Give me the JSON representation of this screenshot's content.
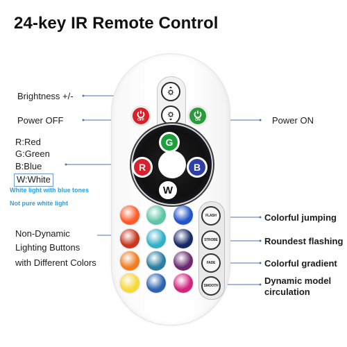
{
  "title": "24-key IR Remote Control",
  "left_labels": {
    "brightness": "Brightness +/-",
    "power_off": "Power OFF",
    "red": "R:Red",
    "green": "G:Green",
    "blue": "B:Blue",
    "white": "W:White",
    "white_note_1": "White light with blue tones",
    "white_note_2": "Not pure white light",
    "nondynamic_1": "Non-Dynamic",
    "nondynamic_2": "Lighting Buttons",
    "nondynamic_3": "with Different Colors"
  },
  "right_labels": {
    "power_on": "Power ON",
    "colorful_jumping": "Colorful jumping",
    "roundest_flashing": "Roundest flashing",
    "colorful_gradient": "Colorful gradient",
    "dynamic_1": "Dynamic model",
    "dynamic_2": "circulation"
  },
  "remote": {
    "off_text": "OFF",
    "on_text": "ON",
    "g_key": "G",
    "r_key": "R",
    "b_key": "B",
    "w_key": "W",
    "flash": "FLASH",
    "strobe": "STROBE",
    "fade": "FADE",
    "smooth": "SMOOTH"
  },
  "colors": {
    "off_red": "#d8202a",
    "on_green": "#2a9a3c",
    "g_green": "#1f9e3e",
    "r_red": "#d4232e",
    "b_blue": "#2e3fa6",
    "label_blue": "#2aa0e8",
    "grid": [
      [
        "#ff5a2a",
        "#5cc5a7",
        "#2255c8"
      ],
      [
        "#c8361e",
        "#33b0c7",
        "#182a66"
      ],
      [
        "#f07d22",
        "#2b7ea0",
        "#6a2a6f"
      ],
      [
        "#f7d93a",
        "#2d63b0",
        "#d3257d"
      ]
    ]
  }
}
